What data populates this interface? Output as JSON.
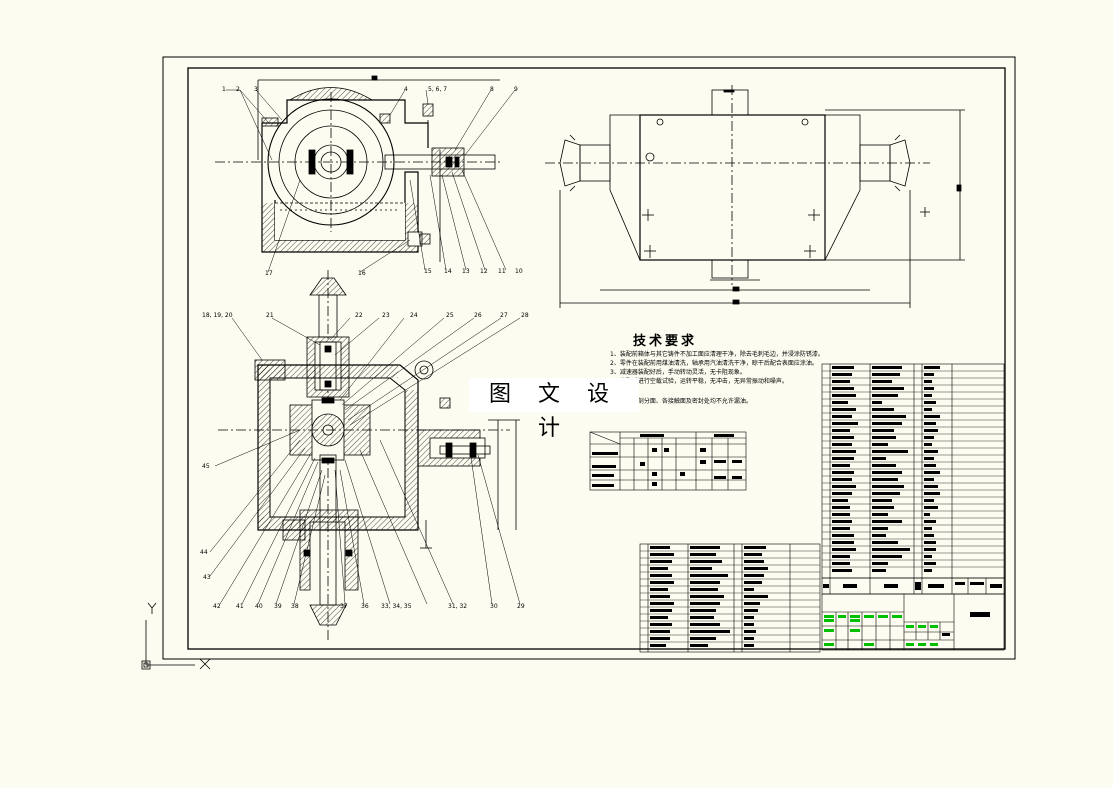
{
  "drawing": {
    "watermark": "图 文 设 计",
    "tech_title": "技术要求",
    "tech_requirements": [
      "1、装配前箱体与其它铸件不加工面应清理干净，除去毛刺毛边，并浸涂防锈漆。",
      "2、零件在装配前用煤油清洗，轴承用汽油清洗干净，晾干后配合表面应涂油。",
      "3、减速器装配好后，手动转动灵活，无卡阻现象。",
      "4、装配后进行空载试验，运转平稳，无冲击，无异常振动和噪声。",
      "5、减速器剖分面、各接触面及密封处均不允许漏油。"
    ],
    "callouts_top": [
      "1",
      "2",
      "3",
      "4",
      "5, 6, 7",
      "8",
      "9",
      "17",
      "16",
      "15",
      "14",
      "13",
      "12",
      "11",
      "10"
    ],
    "callouts_bottom": [
      "18, 19, 20",
      "21",
      "22",
      "23",
      "24",
      "25",
      "26",
      "27",
      "28",
      "45",
      "44",
      "43",
      "42",
      "41",
      "40",
      "39",
      "38",
      "37",
      "36",
      "33, 34, 35",
      "31, 32",
      "30",
      "29"
    ],
    "colors": {
      "background": "#fdfcf0",
      "line": "#000000",
      "accent_green": "#00c000"
    },
    "icons": [
      "ucs-axis-icon"
    ]
  }
}
